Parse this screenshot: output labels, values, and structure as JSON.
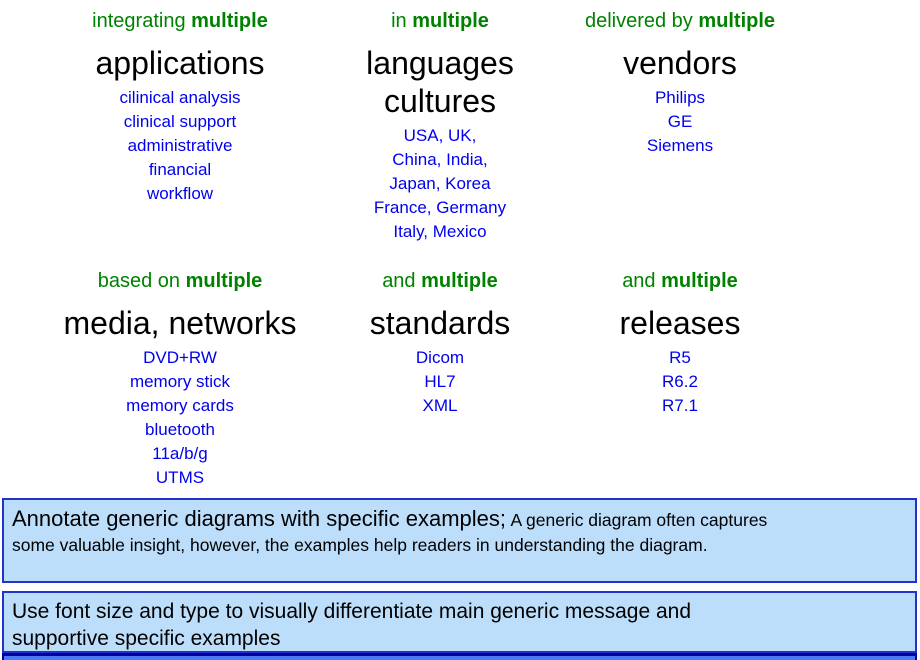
{
  "columns": [
    {
      "qualifier": "integrating",
      "keyword": "multiple",
      "heading": "applications",
      "items": [
        "cilinical analysis",
        "clinical support",
        "administrative",
        "financial",
        "workflow"
      ]
    },
    {
      "qualifier": "in",
      "keyword": "multiple",
      "heading": "languages",
      "heading2": "cultures",
      "items": [
        "USA, UK,",
        "China, India,",
        "Japan, Korea",
        "France, Germany",
        "Italy, Mexico"
      ]
    },
    {
      "qualifier": "delivered by",
      "keyword": "multiple",
      "heading": "vendors",
      "items": [
        "Philips",
        "GE",
        "Siemens"
      ]
    },
    {
      "qualifier": "based on",
      "keyword": "multiple",
      "heading": "media, networks",
      "items": [
        "DVD+RW",
        "memory stick",
        "memory cards",
        "bluetooth",
        "11a/b/g",
        "UTMS"
      ]
    },
    {
      "qualifier": "and",
      "keyword": "multiple",
      "heading": "standards",
      "items": [
        "Dicom",
        "HL7",
        "XML"
      ]
    },
    {
      "qualifier": "and",
      "keyword": "multiple",
      "heading": "releases",
      "items": [
        "R5",
        "R6.2",
        "R7.1"
      ]
    }
  ],
  "notes": {
    "box1": {
      "main": "Annotate generic diagrams with specific examples;",
      "detail_line1": "A generic diagram often captures",
      "detail_line2": "some valuable insight, however, the examples help readers in understanding the diagram."
    },
    "box2": {
      "line1": "Use font size and type to visually differentiate main generic message and",
      "line2": "supportive specific examples"
    }
  },
  "colors": {
    "qualifier_green": "#008200",
    "example_blue": "#0000EE",
    "heading_black": "#000000",
    "note_fill": "#BDDEFB",
    "note_border": "#2233CC",
    "bottom_bar_fill": "#4D79F7",
    "bottom_bar_line": "#0000A5"
  }
}
